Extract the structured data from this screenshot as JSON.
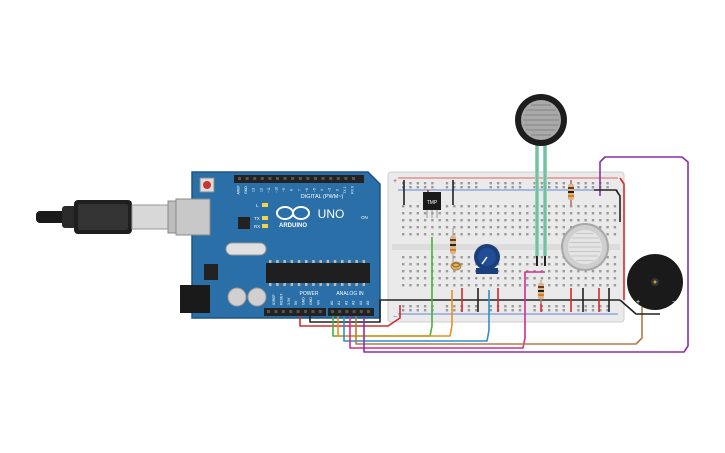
{
  "arduino": {
    "brand": "ARDUINO",
    "model": "UNO",
    "header_digital": "DIGITAL (PWM~)",
    "header_power": "POWER",
    "header_analog": "ANALOG IN",
    "led_l": "L",
    "led_tx": "TX",
    "led_rx": "RX",
    "on_label": "ON",
    "digital_pins": [
      "AREF",
      "GND",
      "13",
      "12",
      "~11",
      "~10",
      "~9",
      "8",
      "7",
      "~6",
      "~5",
      "4",
      "~3",
      "2",
      "TX 1",
      "RX 0"
    ],
    "power_pins": [
      "IOREF",
      "RESET",
      "3.3V",
      "5V",
      "GND",
      "GND",
      "Vin"
    ],
    "analog_pins": [
      "A0",
      "A1",
      "A2",
      "A3",
      "A4",
      "A5"
    ]
  },
  "components": {
    "temp_sensor_label": "TMP",
    "buzzer_plus": "+",
    "buzzer_minus": "−"
  },
  "breadboard": {
    "rail_plus": "+",
    "rail_minus": "−"
  },
  "colors": {
    "board": "#2a6fa8",
    "board_dark": "#1d5585",
    "wire_red": "#d42a2a",
    "wire_black": "#222222",
    "wire_green": "#4caf3a",
    "wire_orange": "#e8911d",
    "wire_blue": "#2c8fd0",
    "wire_magenta": "#cf2f8f",
    "wire_purple": "#8a2fa8",
    "wire_brown": "#b57a44",
    "fsr_lead": "#8ed6b7"
  }
}
